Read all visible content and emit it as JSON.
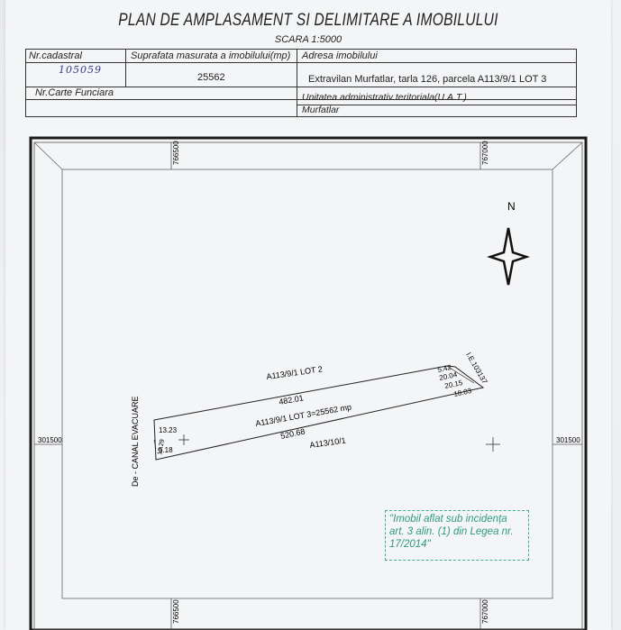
{
  "title": "PLAN DE AMPLASAMENT SI DELIMITARE A IMOBILULUI",
  "scale": "SCARA 1:5000",
  "header": {
    "nr_cadastral_label": "Nr.cadastral",
    "nr_cadastral_value": "105059",
    "suprafata_label": "Suprafata masurata a imobilului(mp)",
    "suprafata_value": "25562",
    "adresa_label": "Adresa imobilului",
    "adresa_value": "Extravilan Murfatlar,  tarla 126, parcela A113/9/1 LOT 3",
    "carte_funciara_label": "Nr.Carte Funciara",
    "uat_label": "Unitatea administrativ teritoriala(U.A.T.)",
    "uat_value": "Murfatlar"
  },
  "grid": {
    "x_top_left": "766500",
    "x_top_right": "767000",
    "x_bottom_left": "766500",
    "x_bottom_right": "767000",
    "y_left": "301500",
    "y_right": "301500"
  },
  "north_label": "N",
  "map_labels": {
    "parcel_north": "A113/9/1 LOT 2",
    "parcel_main": "A113/9/1 LOT 3=25562 mp",
    "parcel_south": "A113/10/1",
    "canal": "De - CANAL EVACUARE",
    "ie_label": "I.E.103137",
    "len_top": "482.01",
    "len_bottom": "520.68",
    "len_left_top": "13.23",
    "len_left_mid": "10.29",
    "len_left_bottom": "5.18",
    "len_r1": "5.42",
    "len_r2": "20.04",
    "len_r3": "20.15",
    "len_r4": "18.03"
  },
  "stamp": {
    "line1": "\"Imobil aflat sub incidența",
    "line2": "art. 3 alin. (1) din Legea nr.",
    "line3": "17/2014\""
  }
}
